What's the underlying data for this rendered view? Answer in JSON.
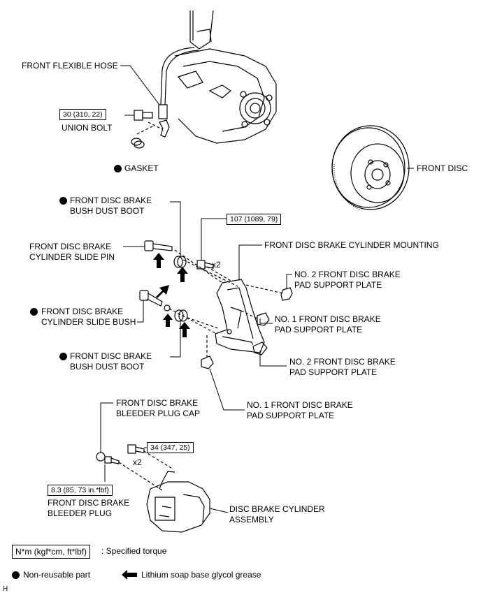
{
  "labels": {
    "front_flexible_hose": "FRONT FLEXIBLE HOSE",
    "union_bolt": "UNION BOLT",
    "gasket": "GASKET",
    "front_disc": "FRONT DISC",
    "bush_dust_boot_upper": [
      "FRONT DISC BRAKE",
      "BUSH DUST BOOT"
    ],
    "slide_pin": [
      "FRONT DISC BRAKE",
      "CYLINDER SLIDE PIN"
    ],
    "slide_bush": [
      "FRONT DISC BRAKE",
      "CYLINDER SLIDE BUSH"
    ],
    "bush_dust_boot_lower": [
      "FRONT DISC BRAKE",
      "BUSH DUST BOOT"
    ],
    "cylinder_mounting": "FRONT DISC BRAKE CYLINDER MOUNTING",
    "no2_support_plate_upper": [
      "NO. 2 FRONT DISC BRAKE",
      "PAD SUPPORT PLATE"
    ],
    "no1_support_plate_upper": [
      "NO. 1 FRONT DISC BRAKE",
      "PAD SUPPORT PLATE"
    ],
    "no2_support_plate_lower": [
      "NO. 2 FRONT DISC BRAKE",
      "PAD SUPPORT PLATE"
    ],
    "no1_support_plate_lower": [
      "NO. 1 FRONT DISC BRAKE",
      "PAD SUPPORT PLATE"
    ],
    "bleeder_plug_cap": [
      "FRONT DISC BRAKE",
      "BLEEDER PLUG CAP"
    ],
    "bleeder_plug": [
      "FRONT DISC BRAKE",
      "BLEEDER PLUG"
    ],
    "cylinder_assembly": [
      "DISC BRAKE CYLINDER",
      "ASSEMBLY"
    ],
    "x2_mount": "x2",
    "x2_cyl": "x2",
    "corner_mark": "H"
  },
  "torques": {
    "union_bolt": "30 (310, 22)",
    "mounting_bolt": "107 (1089, 79)",
    "cylinder_bolt": "34 (347, 25)",
    "bleeder_plug": "8.3 (85, 73 in.*lbf)"
  },
  "legend": {
    "torque_box": "N*m (kgf*cm, ft*lbf)",
    "torque_desc": ": Specified torque",
    "non_reusable": "Non-reusable part",
    "grease": "Lithium soap base glycol grease"
  }
}
